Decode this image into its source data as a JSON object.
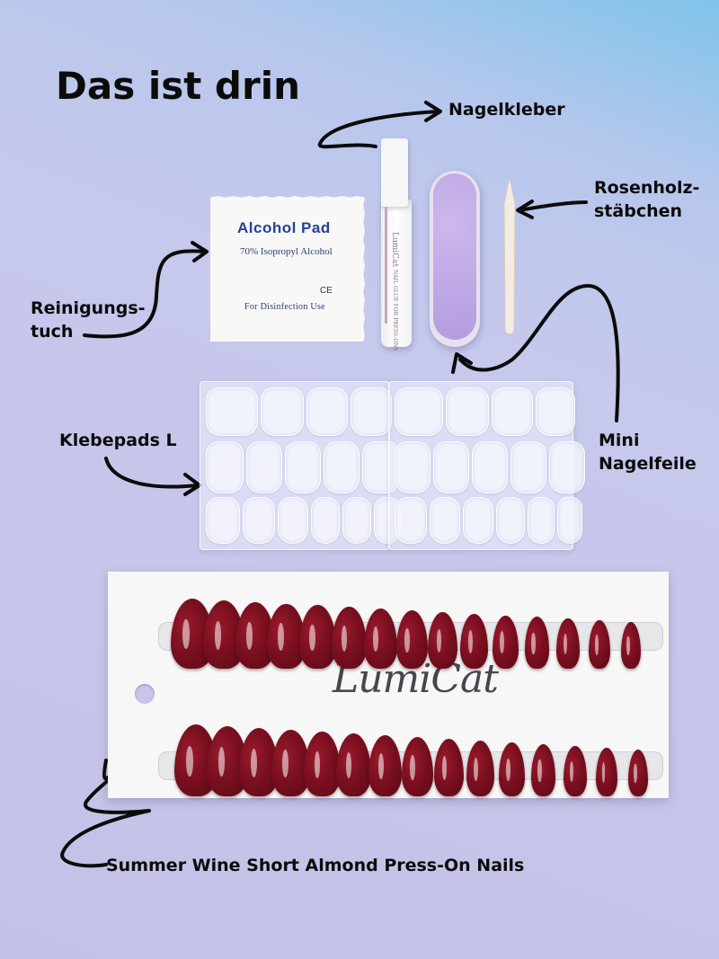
{
  "heading": "Das ist drin",
  "labels": {
    "glue": "Nagelkleber",
    "stick": "Rosenholz-\nstäbchen",
    "wipe": "Reinigungs-\ntuch",
    "pads": "Klebepads L",
    "file": "Mini\nNagelfeile",
    "nails": "Summer Wine Short Almond Press-On Nails"
  },
  "alcohol_pad": {
    "title": "Alcohol  Pad",
    "subtitle": "70% Isopropyl Alcohol",
    "ce": "CE",
    "usage": "For Disinfection Use"
  },
  "glue_tube": {
    "brand": "LumiCat",
    "side_text": "NAIL GLUE FOR PRESS-ONS"
  },
  "nail_card": {
    "brand": "LumiCat"
  },
  "colors": {
    "nail": "#7a0f1f",
    "file": "#c2aee8",
    "pad_title": "#25409a",
    "text": "#0b0b0b"
  }
}
